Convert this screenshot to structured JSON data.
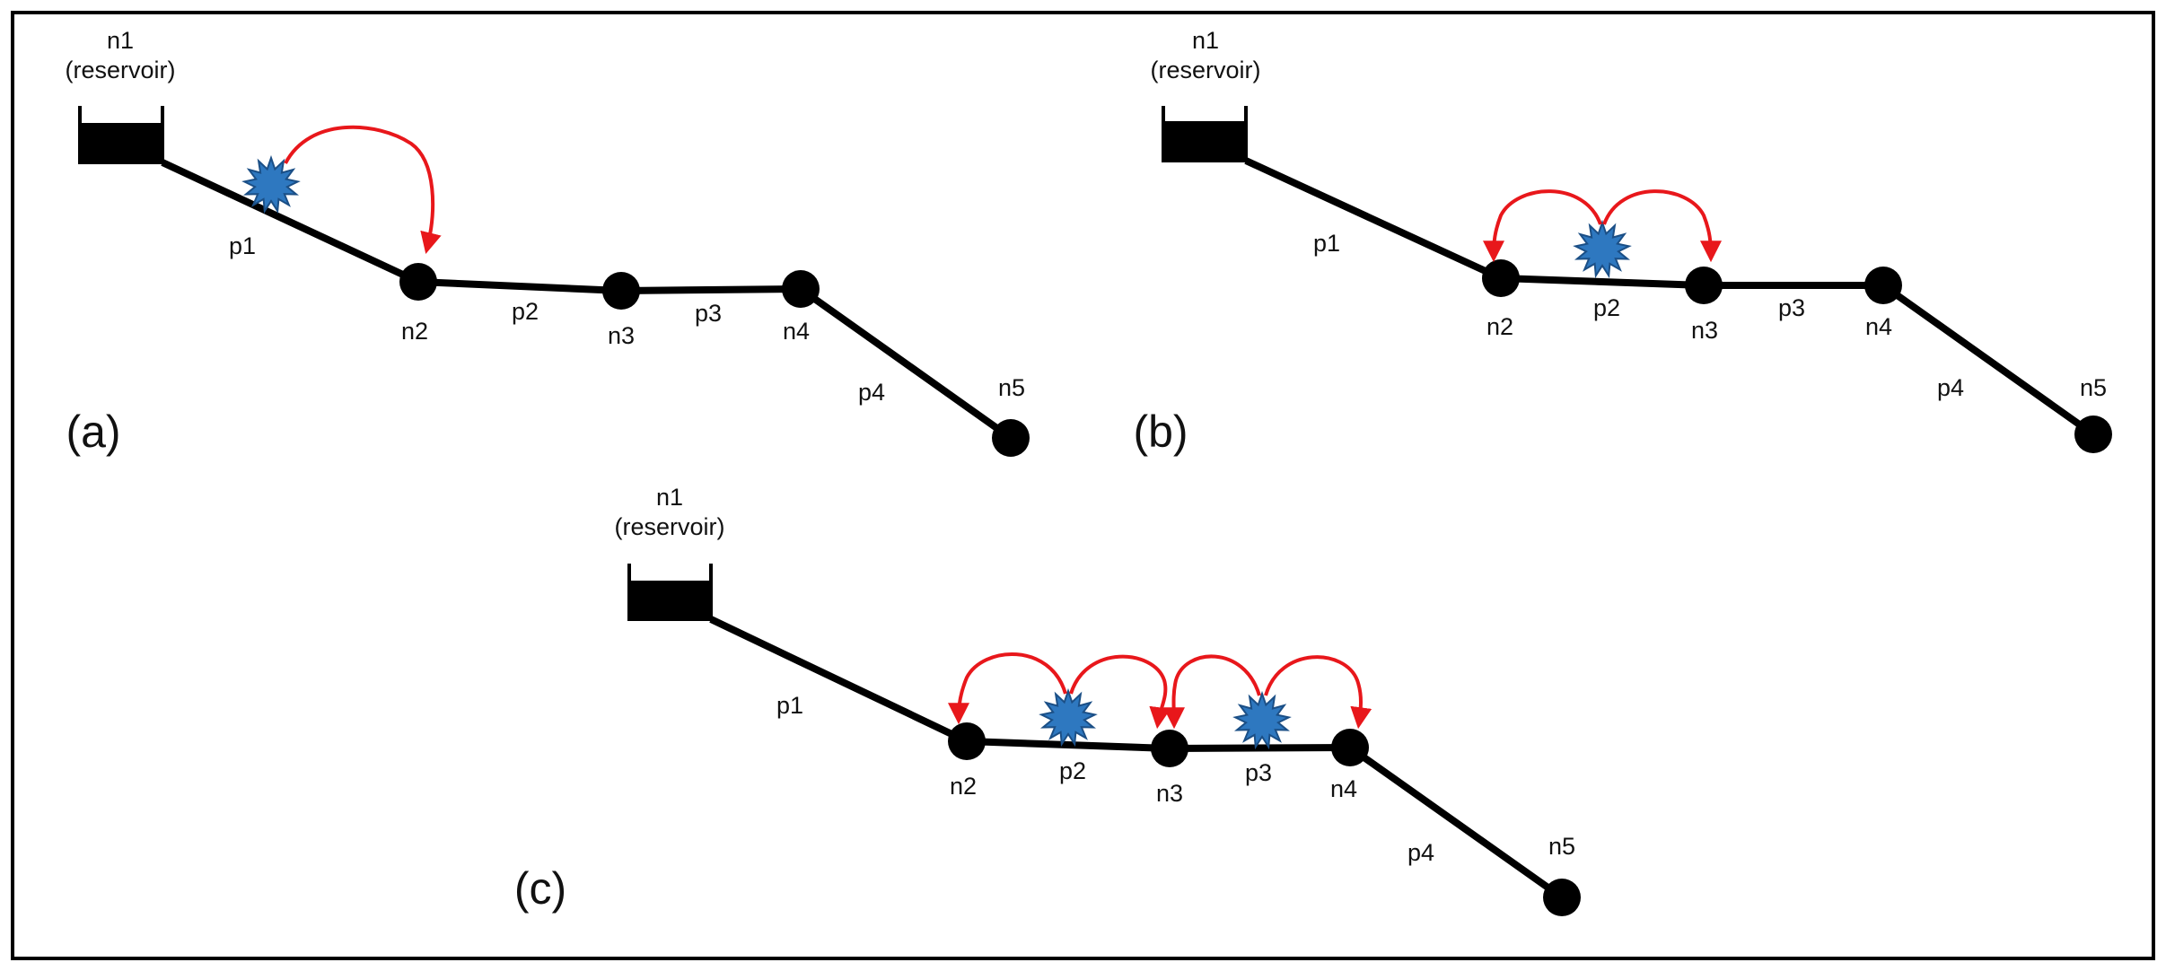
{
  "figure": {
    "panels": [
      {
        "id": "a",
        "label": "(a)",
        "reservoir_name": "n1",
        "reservoir_note": "(reservoir)",
        "nodes": [
          "n2",
          "n3",
          "n4",
          "n5"
        ],
        "pipes": [
          "p1",
          "p2",
          "p3",
          "p4"
        ]
      },
      {
        "id": "b",
        "label": "(b)",
        "reservoir_name": "n1",
        "reservoir_note": "(reservoir)",
        "nodes": [
          "n2",
          "n3",
          "n4",
          "n5"
        ],
        "pipes": [
          "p1",
          "p2",
          "p3",
          "p4"
        ]
      },
      {
        "id": "c",
        "label": "(c)",
        "reservoir_name": "n1",
        "reservoir_note": "(reservoir)",
        "nodes": [
          "n2",
          "n3",
          "n4",
          "n5"
        ],
        "pipes": [
          "p1",
          "p2",
          "p3",
          "p4"
        ]
      }
    ]
  },
  "colors": {
    "pipe": "#000000",
    "node": "#000000",
    "burst": "#2e78c0",
    "burst_edge": "#1b4f86",
    "arrow": "#e8171b",
    "frame": "#000000"
  },
  "icons": {
    "reservoir": "reservoir-tank-icon",
    "burst": "burst-star-icon",
    "arrow": "curved-arrow-icon"
  }
}
